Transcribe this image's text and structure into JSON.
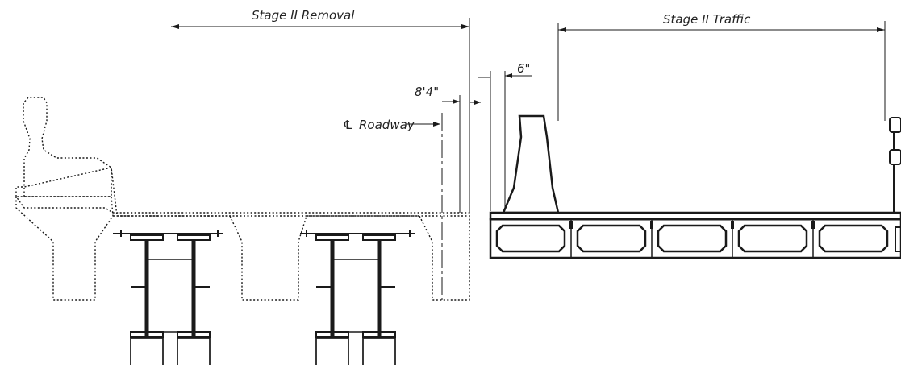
{
  "drawing": {
    "labels": {
      "stage_removal": "Stage II Removal",
      "stage_traffic": "Stage II Traffic",
      "offset_dim": "8'4\"",
      "gap_dim": "6\"",
      "centerline_symbol": "℄",
      "centerline_text": "Roadway"
    },
    "box_beam_count": 5
  }
}
